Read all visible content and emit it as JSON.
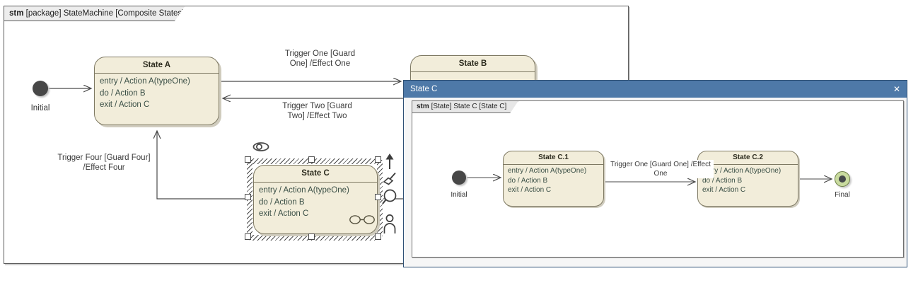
{
  "main_frame": {
    "tab_keyword": "stm",
    "tab_label": " [package] StateMachine [Composite States]"
  },
  "main_diagram": {
    "initial_label": "Initial",
    "states": [
      {
        "title": "State A",
        "features": [
          "entry / Action A(typeOne)",
          "do / Action B",
          "exit / Action C"
        ]
      },
      {
        "title": "State B",
        "features": []
      },
      {
        "title": "State C",
        "features": [
          "entry / Action A(typeOne)",
          "do / Action B",
          "exit / Action C"
        ]
      }
    ],
    "transitions": [
      {
        "line1": "Trigger One [Guard",
        "line2": "One] /Effect One"
      },
      {
        "line1": "Trigger Two [Guard",
        "line2": "Two] /Effect Two"
      },
      {
        "line1": "Trigger Four [Guard Four]",
        "line2": "/Effect Four"
      }
    ],
    "icons": [
      "composite-eye-icon",
      "spectacles-icon",
      "up-arrow-icon",
      "quick-style-icon",
      "zoom-icon",
      "person-icon"
    ]
  },
  "window": {
    "title": "State C",
    "close_glyph": "✕",
    "frame_tab_keyword": "stm",
    "frame_tab_label": " [State] State C [State C]",
    "initial_label": "Initial",
    "final_label": "Final",
    "states": [
      {
        "title": "State C.1",
        "features": [
          "entry / Action A(typeOne)",
          "do / Action B",
          "exit / Action C"
        ]
      },
      {
        "title": "State C.2",
        "features": [
          "entry / Action A(typeOne)",
          "do / Action B",
          "exit / Action C"
        ]
      }
    ],
    "transition": {
      "line1": "Trigger One [Guard One] /Effect",
      "line2": "One"
    }
  },
  "colors": {
    "state_fill": "#f2edda",
    "state_border": "#7e7963",
    "window_titlebar": "#4e79a8",
    "final_ring": "#c9db9f",
    "initial_fill": "#474747",
    "connector": "#4a4a4a"
  }
}
